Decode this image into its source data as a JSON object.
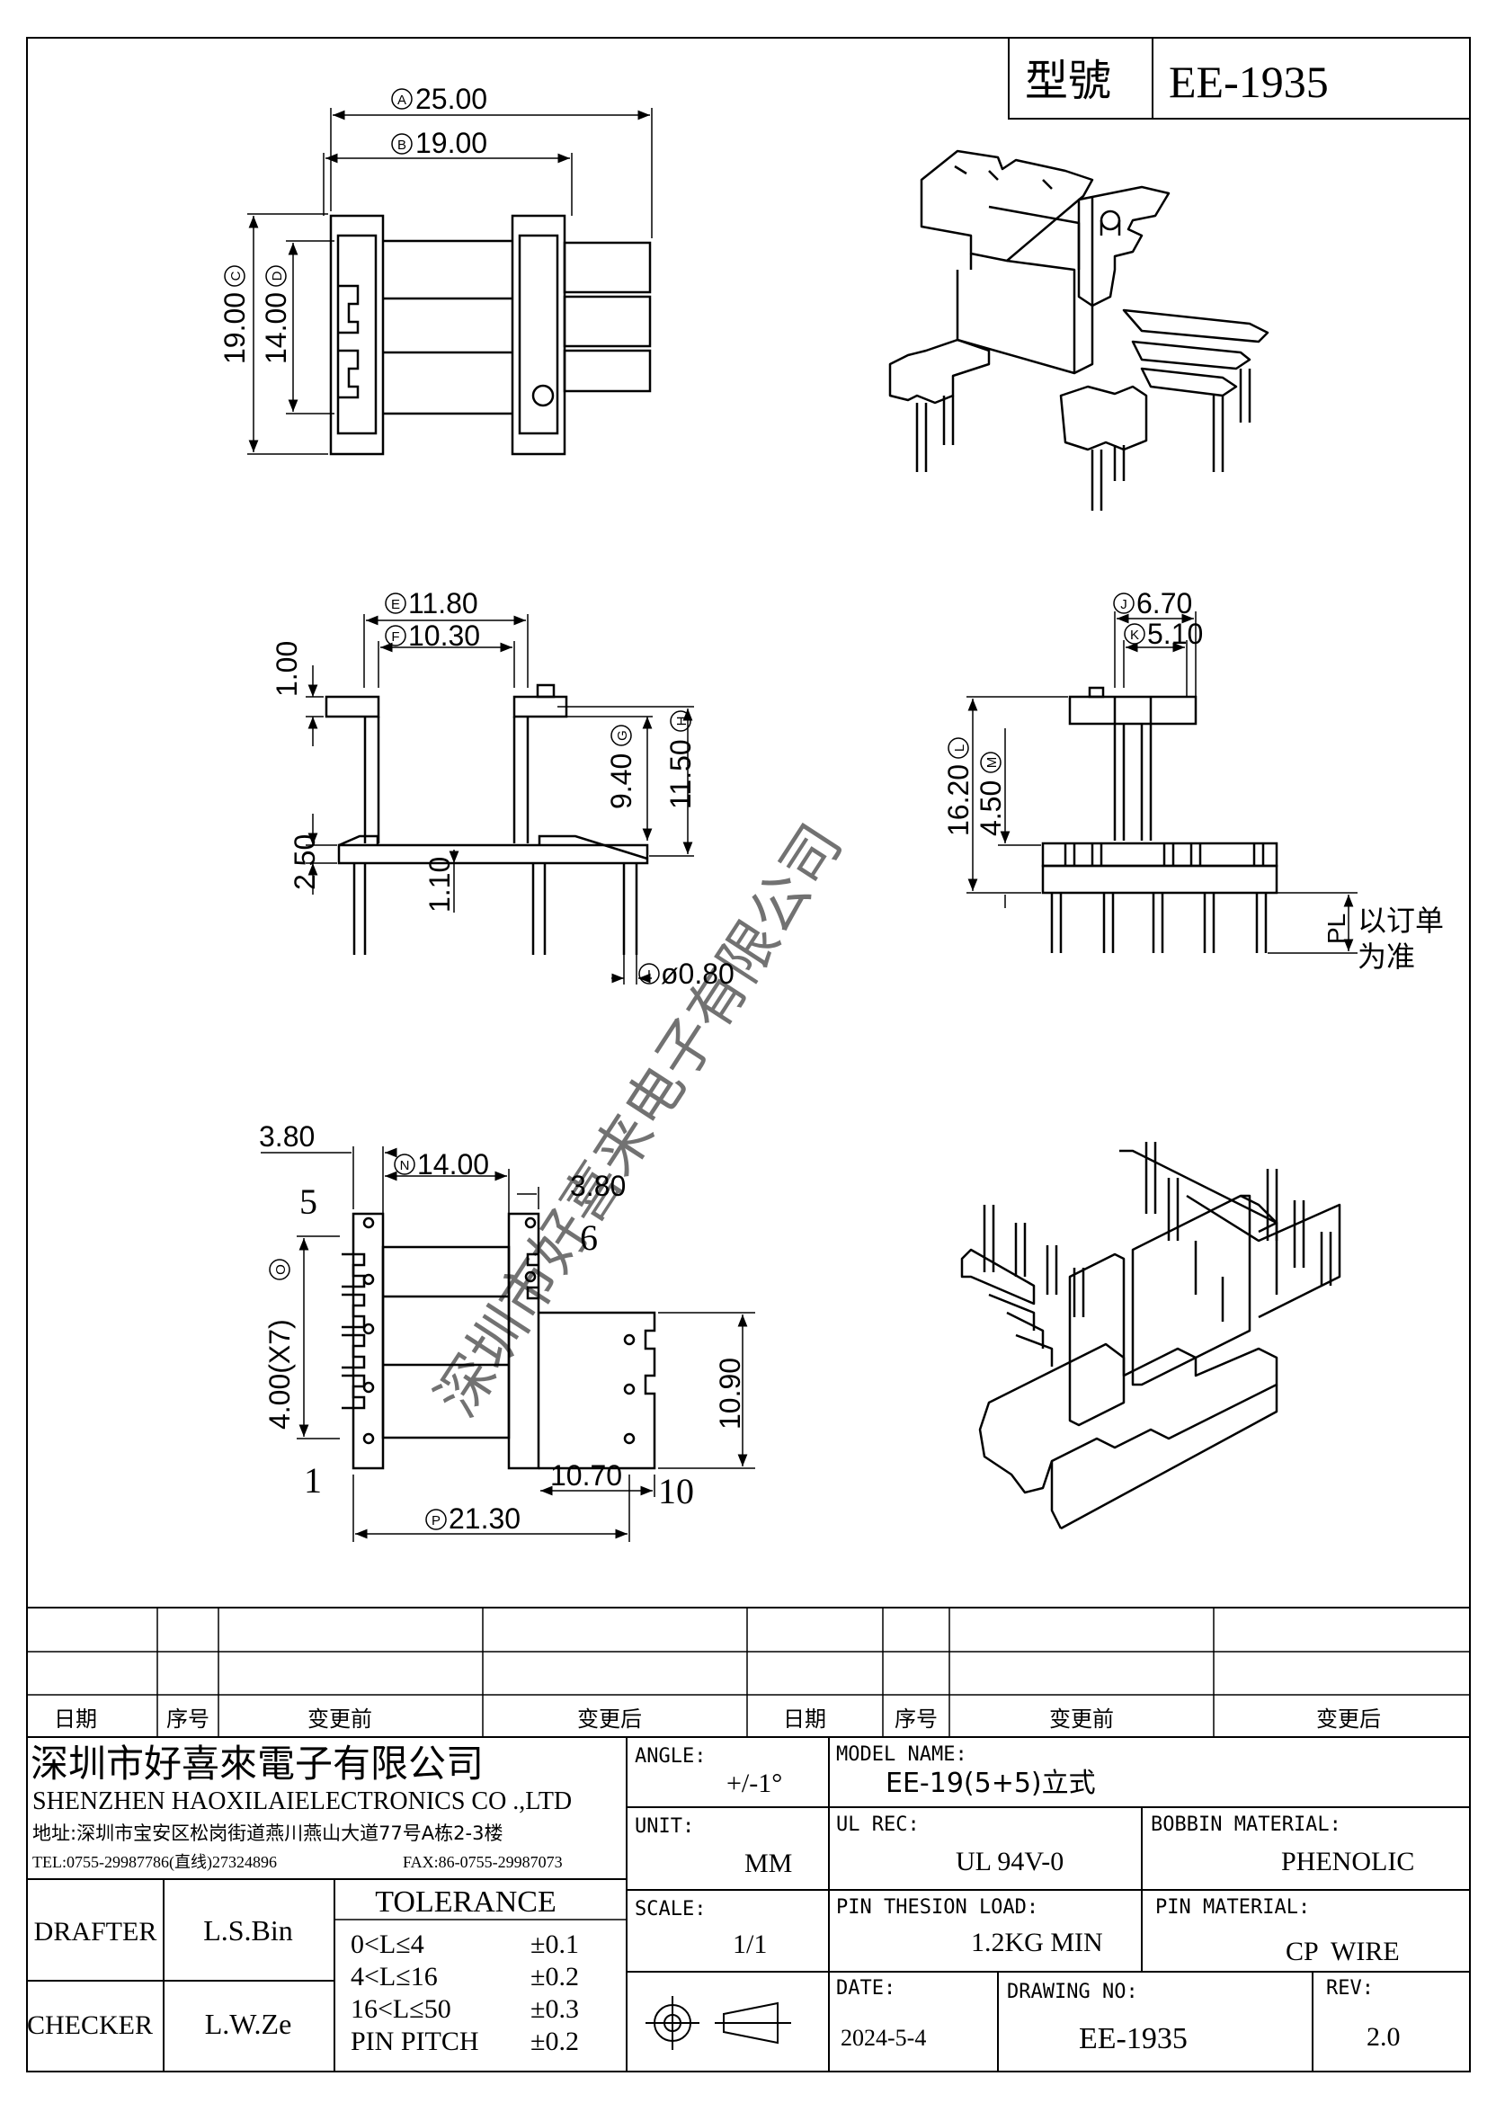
{
  "header": {
    "label": "型號",
    "model": "EE-1935"
  },
  "watermark": "深圳市好喜来电子有限公司",
  "views": {
    "top": {
      "A": "25.00",
      "B": "19.00",
      "C": "19.00",
      "D": "14.00",
      "A_tag": "A",
      "B_tag": "B",
      "C_tag": "C",
      "D_tag": "D"
    },
    "front": {
      "E": "11.80",
      "F": "10.30",
      "G": "9.40",
      "H": "11.50",
      "I": "ø0.80",
      "d1": "1.00",
      "d2": "2.50",
      "d3": "1.10",
      "E_tag": "E",
      "F_tag": "F",
      "G_tag": "G",
      "H_tag": "H",
      "I_tag": "I"
    },
    "side": {
      "J": "6.70",
      "K": "5.10",
      "L": "16.20",
      "M": "4.50",
      "pl": "PL",
      "note1": "以订单",
      "note2": "为准",
      "J_tag": "J",
      "K_tag": "K",
      "L_tag": "L",
      "M_tag": "M"
    },
    "bottom": {
      "d1": "3.80",
      "N": "14.00",
      "d2": "3.80",
      "O": "4.00(X7)",
      "d3": "10.90",
      "d4": "10.70",
      "P": "21.30",
      "pin1": "1",
      "pin5": "5",
      "pin6": "6",
      "pin10": "10",
      "N_tag": "N",
      "O_tag": "O",
      "P_tag": "P"
    }
  },
  "revision_table": {
    "headers": [
      "日期",
      "序号",
      "变更前",
      "变更后",
      "日期",
      "序号",
      "变更前",
      "变更后"
    ]
  },
  "company": {
    "name_cn": "深圳市好喜來電子有限公司",
    "name_en": "SHENZHEN HAOXILAIELECTRONICS CO .,LTD",
    "address": "地址:深圳市宝安区松岗街道燕川燕山大道77号A栋2-3楼",
    "tel": "TEL:0755-29987786(直线)27324896",
    "fax": "FAX:86-0755-29987073"
  },
  "title_block": {
    "angle_label": "ANGLE:",
    "angle_value": "+/-1°",
    "model_name_label": "MODEL NAME:",
    "model_name_value": "EE-19(5+5)立式",
    "unit_label": "UNIT:",
    "unit_value": "MM",
    "ul_rec_label": "UL REC:",
    "ul_rec_value": "UL 94V-0",
    "bobbin_label": "BOBBIN MATERIAL:",
    "bobbin_value": "PHENOLIC",
    "scale_label": "SCALE:",
    "scale_value": "1/1",
    "pin_load_label": "PIN THESION LOAD:",
    "pin_load_value": "1.2KG MIN",
    "pin_material_label": "PIN MATERIAL:",
    "pin_material_value": "CP  WIRE",
    "date_label": "DATE:",
    "date_value": "2024-5-4",
    "drawing_no_label": "DRAWING NO:",
    "drawing_no_value": "EE-1935",
    "rev_label": "REV:",
    "rev_value": "2.0",
    "drafter_label": "DRAFTER",
    "drafter_value": "L.S.Bin",
    "checker_label": "CHECKER",
    "checker_value": "L.W.Ze",
    "tolerance_title": "TOLERANCE",
    "tolerance_rows": [
      {
        "range": "0<L≤4",
        "value": "±0.1"
      },
      {
        "range": "4<L≤16",
        "value": "±0.2"
      },
      {
        "range": "16<L≤50",
        "value": "±0.3"
      },
      {
        "range": "PIN PITCH",
        "value": "±0.2"
      }
    ]
  }
}
